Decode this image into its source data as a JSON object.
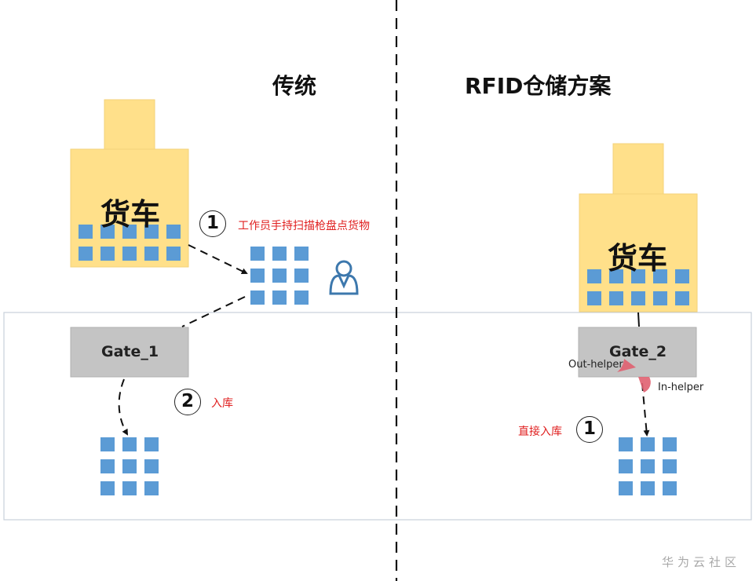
{
  "headings": {
    "traditional": "传统",
    "rfid": "RFID仓储方案"
  },
  "traditional": {
    "truck_label": "货车",
    "gate_label": "Gate_1",
    "step1": {
      "number": "1",
      "text": "工作员手持扫描枪盘点货物"
    },
    "step2": {
      "number": "2",
      "text": "入库"
    }
  },
  "rfid": {
    "truck_label": "货车",
    "gate_label": "Gate_2",
    "out_helper": "Out-helper",
    "in_helper": "In-helper",
    "step1": {
      "number": "1",
      "text": "直接入库"
    }
  },
  "watermark": "华为云社区",
  "colors": {
    "truck": "#ffe08a",
    "truck_border": "#f3d27a",
    "box": "#5b9bd5",
    "gate": "#c4c4c4",
    "note": "#e02020",
    "sensor": "#e06070",
    "worker_icon": "#3d78ad"
  },
  "icons": [
    "worker-icon",
    "rfid-sensor-icon"
  ]
}
